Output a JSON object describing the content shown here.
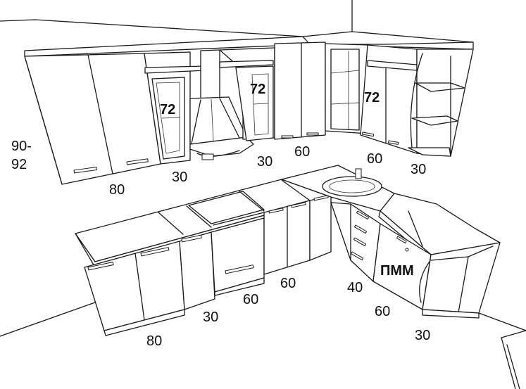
{
  "labels": {
    "wall_height": [
      "90-",
      "92"
    ],
    "upper_left": "80",
    "upper_30": "30",
    "upper_hood_30": "30",
    "upper_60": "60",
    "upper_corner_60": "60",
    "upper_end_30": "30",
    "height_72_a": "72",
    "height_72_b": "72",
    "height_72_c": "72",
    "base_80": "80",
    "base_30": "30",
    "base_60_oven": "60",
    "base_60_sink": "60",
    "base_40": "40",
    "base_pmm": "ПММ",
    "base_60_corner": "60",
    "base_30_end": "30"
  },
  "colors": {
    "line": "#1a1a1a",
    "background": "#ffffff"
  }
}
